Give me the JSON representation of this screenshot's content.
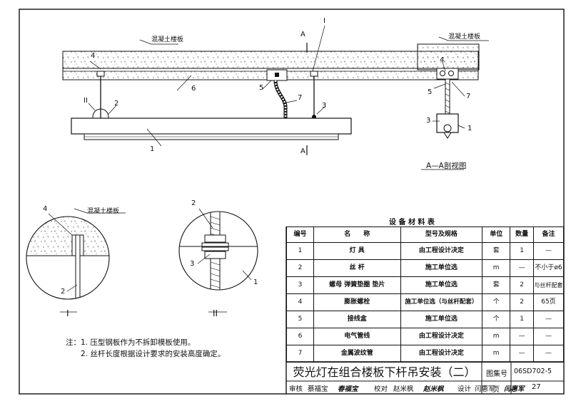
{
  "drawing": {
    "main_view": {
      "slab_label": "混凝土楼板",
      "section_mark": "A",
      "detail_marks": [
        "I",
        "II"
      ],
      "callouts": [
        "1",
        "2",
        "3",
        "4",
        "5",
        "6",
        "7"
      ]
    },
    "section_view": {
      "slab_label": "混凝土楼板",
      "callouts": [
        "1",
        "3",
        "4",
        "5",
        "7"
      ],
      "caption": "A—A剖视图"
    },
    "detail_1": {
      "slab_label": "混凝土楼板",
      "callouts": [
        "4",
        "2"
      ],
      "caption": "I"
    },
    "detail_2": {
      "callouts": [
        "2",
        "3",
        "1"
      ],
      "caption": "II"
    }
  },
  "notes": {
    "prefix": "注：",
    "items": [
      "1. 压型钢板作为不拆卸模板使用。",
      "2. 丝杆长度根据设计要求的安装高度确定。"
    ]
  },
  "materials_table": {
    "title": "设 备 材 料 表",
    "headers": [
      "编号",
      "名　　称",
      "型号及规格",
      "单位",
      "数量",
      "备注"
    ],
    "rows": [
      [
        "1",
        "灯 具",
        "由工程设计决定",
        "套",
        "1",
        "—"
      ],
      [
        "2",
        "丝 杆",
        "施工单位选",
        "m",
        "—",
        "不小于ø6"
      ],
      [
        "3",
        "螺母 弹簧垫圈 垫片",
        "施工单位选",
        "套",
        "2",
        "与丝杆配套"
      ],
      [
        "4",
        "膨胀螺栓",
        "施工单位选（与丝杆配套）",
        "个",
        "2",
        "65页"
      ],
      [
        "5",
        "接线盒",
        "施工单位选",
        "个",
        "1",
        "—"
      ],
      [
        "6",
        "电气管线",
        "由工程设计决定",
        "m",
        "—",
        "—"
      ],
      [
        "7",
        "金属波纹管",
        "由工程设计决定",
        "m",
        "—",
        "—"
      ]
    ]
  },
  "title_block": {
    "title": "荧光灯在组合楼板下杆吊安装（二）",
    "atlas_label": "图集号",
    "atlas_no": "06SD702-5",
    "review_label": "审核",
    "reviewer": "蔡福宝",
    "reviewer_sign": "春福宝",
    "check_label": "校对",
    "checker": "赵米枫",
    "checker_sign": "赵米枫",
    "design_label": "设计",
    "designer": "闫惠军",
    "designer_sign": "闫惠军",
    "page_label": "页",
    "page_no": "27"
  }
}
